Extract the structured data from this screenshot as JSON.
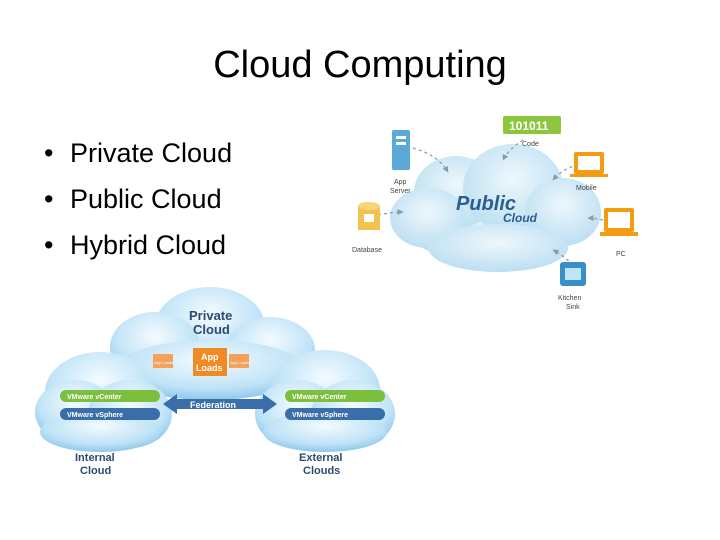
{
  "title": "Cloud  Computing",
  "bullets": [
    {
      "label": "Private Cloud"
    },
    {
      "label": "Public Cloud"
    },
    {
      "label": "Hybrid Cloud"
    }
  ],
  "public_cloud_diagram": {
    "cloud_label_line1": "Public",
    "cloud_label_line2": "Cloud",
    "code_box": "101011",
    "nodes": {
      "code": "Code",
      "app_server_line1": "App",
      "app_server_line2": "Server",
      "mobile": "Mobile",
      "database": "Database",
      "pc": "PC",
      "kitchen_sink_line1": "Kitchen",
      "kitchen_sink_line2": "Sink"
    },
    "colors": {
      "cloud": "#cfe8f6",
      "code_box": "#8cc63f",
      "server": "#5aa9d6",
      "database": "#f2c14e",
      "device": "#f39c12"
    }
  },
  "hybrid_diagram": {
    "private_cloud_line1": "Private",
    "private_cloud_line2": "Cloud",
    "app_loads_line1": "App",
    "app_loads_line2": "Loads",
    "small_box_label": "App Loads",
    "federation": "Federation",
    "left_vcenter": "VMware vCenter",
    "left_vsphere": "VMware vSphere",
    "right_vcenter": "VMware vCenter",
    "right_vsphere": "VMware vSphere",
    "internal_line1": "Internal",
    "internal_line2": "Cloud",
    "external_line1": "External",
    "external_line2": "Clouds",
    "colors": {
      "cloud": "#bfe3f7",
      "text": "#2c4a70",
      "vcenter": "#7cbf3e",
      "vsphere": "#3a6ea8",
      "app": "#f08a24"
    }
  }
}
